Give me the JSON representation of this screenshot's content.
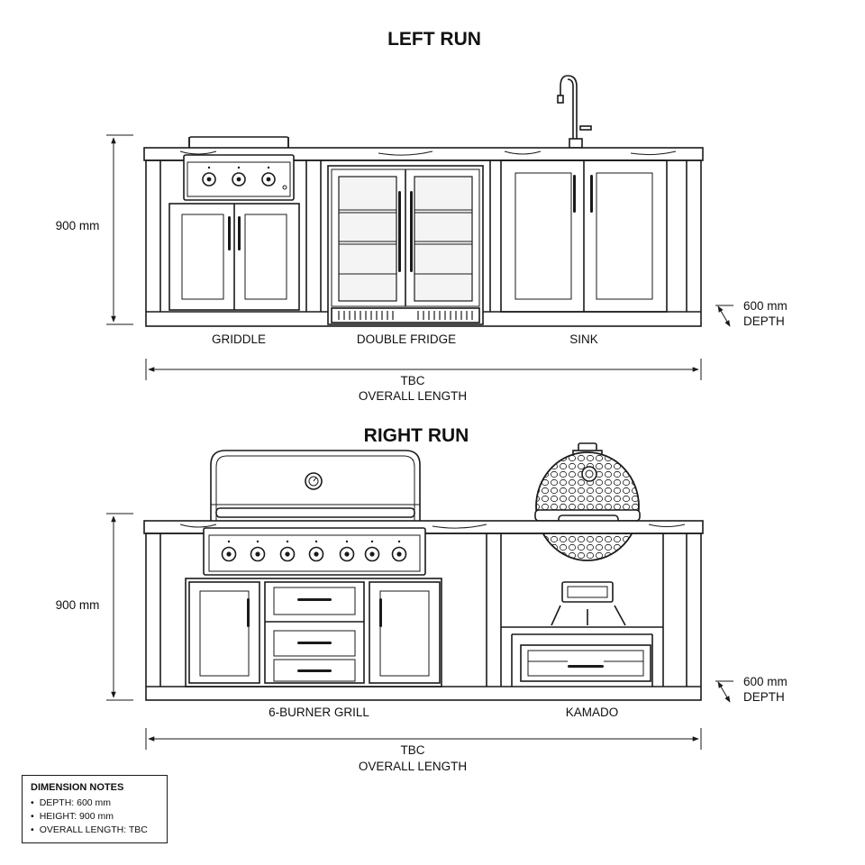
{
  "left_run": {
    "title": "LEFT RUN",
    "height_label": "900 mm",
    "depth_value": "600 mm",
    "depth_word": "DEPTH",
    "modules": [
      "GRIDDLE",
      "DOUBLE FRIDGE",
      "SINK"
    ],
    "length_value": "TBC",
    "length_word": "OVERALL LENGTH"
  },
  "right_run": {
    "title": "RIGHT RUN",
    "height_label": "900 mm",
    "depth_value": "600 mm",
    "depth_word": "DEPTH",
    "modules": [
      "6-BURNER GRILL",
      "KAMADO"
    ],
    "length_value": "TBC",
    "length_word": "OVERALL LENGTH"
  },
  "notes": {
    "title": "DIMENSION NOTES",
    "items": [
      "DEPTH: 600 mm",
      "HEIGHT: 900 mm",
      "OVERALL LENGTH: TBC"
    ]
  }
}
